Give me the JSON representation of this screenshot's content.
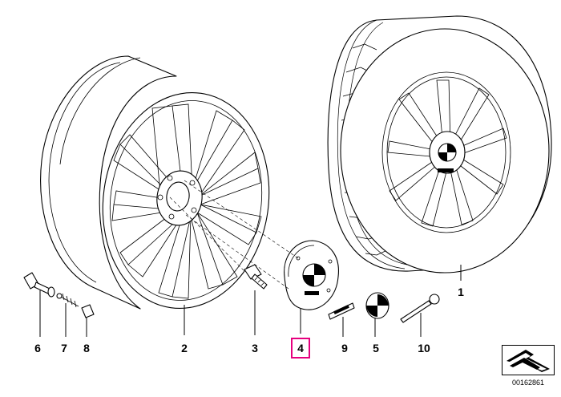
{
  "callouts": {
    "c1": "1",
    "c2": "2",
    "c3": "3",
    "c4": "4",
    "c5": "5",
    "c6": "6",
    "c7": "7",
    "c8": "8",
    "c9": "9",
    "c10": "10"
  },
  "highlight_color": "#e6007e",
  "reference_number": "00162861",
  "icons": {
    "wheel": "wheel-rim-icon",
    "tire": "complete-wheel-icon",
    "reference": "arrow-reference-icon"
  }
}
